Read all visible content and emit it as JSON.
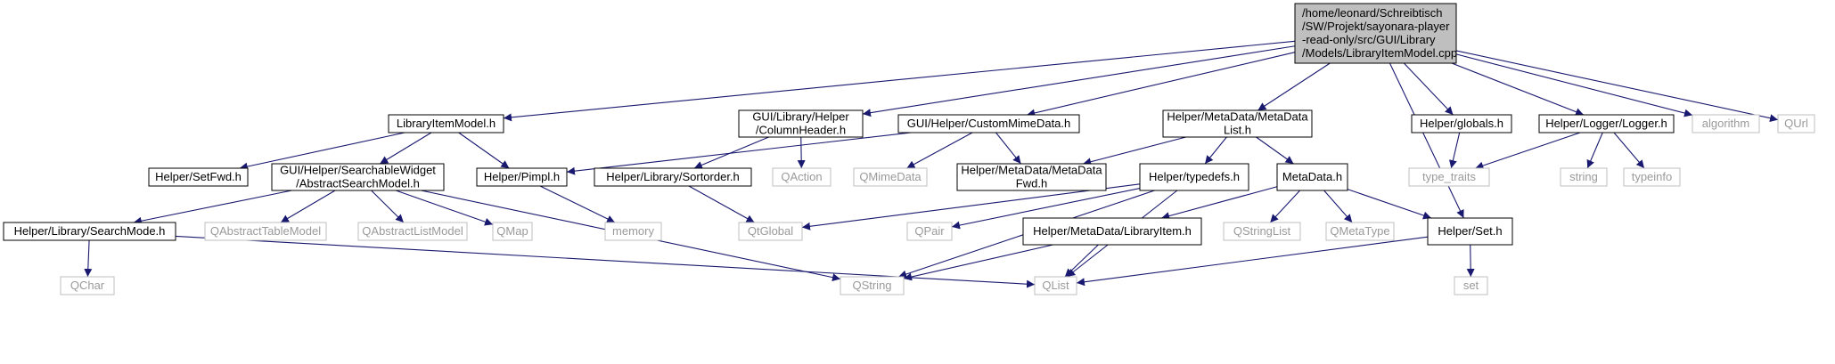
{
  "graph": {
    "edge_color": "#191970",
    "root_fill": "#bfbfbf",
    "nodes": [
      {
        "id": "root",
        "kind": "root",
        "lines": [
          "/home/leonard/Schreibtisch",
          "/SW/Projekt/sayonara-player",
          "-read-only/src/GUI/Library",
          "/Models/LibraryItemModel.cpp"
        ]
      },
      {
        "id": "libitemmodel_h",
        "kind": "project",
        "lines": [
          "LibraryItemModel.h"
        ]
      },
      {
        "id": "columnheader_h",
        "kind": "project",
        "lines": [
          "GUI/Library/Helper",
          "/ColumnHeader.h"
        ]
      },
      {
        "id": "custommime_h",
        "kind": "project",
        "lines": [
          "GUI/Helper/CustomMimeData.h"
        ]
      },
      {
        "id": "metadatalist_h",
        "kind": "project",
        "lines": [
          "Helper/MetaData/MetaData",
          "List.h"
        ]
      },
      {
        "id": "globals_h",
        "kind": "project",
        "lines": [
          "Helper/globals.h"
        ]
      },
      {
        "id": "logger_h",
        "kind": "project",
        "lines": [
          "Helper/Logger/Logger.h"
        ]
      },
      {
        "id": "algorithm",
        "kind": "external",
        "lines": [
          "algorithm"
        ]
      },
      {
        "id": "qurl",
        "kind": "external",
        "lines": [
          "QUrl"
        ]
      },
      {
        "id": "setfwd_h",
        "kind": "project",
        "lines": [
          "Helper/SetFwd.h"
        ]
      },
      {
        "id": "abstractsearch_h",
        "kind": "project",
        "lines": [
          "GUI/Helper/SearchableWidget",
          "/AbstractSearchModel.h"
        ]
      },
      {
        "id": "pimpl_h",
        "kind": "project",
        "lines": [
          "Helper/Pimpl.h"
        ]
      },
      {
        "id": "sortorder_h",
        "kind": "project",
        "lines": [
          "Helper/Library/Sortorder.h"
        ]
      },
      {
        "id": "qaction",
        "kind": "external",
        "lines": [
          "QAction"
        ]
      },
      {
        "id": "qmimedata",
        "kind": "external",
        "lines": [
          "QMimeData"
        ]
      },
      {
        "id": "metadatafwd_h",
        "kind": "project",
        "lines": [
          "Helper/MetaData/MetaData",
          "Fwd.h"
        ]
      },
      {
        "id": "typedefs_h",
        "kind": "project",
        "lines": [
          "Helper/typedefs.h"
        ]
      },
      {
        "id": "metadata_h",
        "kind": "project",
        "lines": [
          "MetaData.h"
        ]
      },
      {
        "id": "type_traits",
        "kind": "external",
        "lines": [
          "type_traits"
        ]
      },
      {
        "id": "string",
        "kind": "external",
        "lines": [
          "string"
        ]
      },
      {
        "id": "typeinfo",
        "kind": "external",
        "lines": [
          "typeinfo"
        ]
      },
      {
        "id": "searchmode_h",
        "kind": "project",
        "lines": [
          "Helper/Library/SearchMode.h"
        ]
      },
      {
        "id": "qabstracttable",
        "kind": "external",
        "lines": [
          "QAbstractTableModel"
        ]
      },
      {
        "id": "qabstractlist",
        "kind": "external",
        "lines": [
          "QAbstractListModel"
        ]
      },
      {
        "id": "qmap",
        "kind": "external",
        "lines": [
          "QMap"
        ]
      },
      {
        "id": "memory",
        "kind": "external",
        "lines": [
          "memory"
        ]
      },
      {
        "id": "qtglobal",
        "kind": "external",
        "lines": [
          "QtGlobal"
        ]
      },
      {
        "id": "qpair",
        "kind": "external",
        "lines": [
          "QPair"
        ]
      },
      {
        "id": "libraryitem_h",
        "kind": "project",
        "lines": [
          "Helper/MetaData/LibraryItem.h"
        ]
      },
      {
        "id": "qstringlist",
        "kind": "external",
        "lines": [
          "QStringList"
        ]
      },
      {
        "id": "qmetatype",
        "kind": "external",
        "lines": [
          "QMetaType"
        ]
      },
      {
        "id": "set_h",
        "kind": "project",
        "lines": [
          "Helper/Set.h"
        ]
      },
      {
        "id": "qchar",
        "kind": "external",
        "lines": [
          "QChar"
        ]
      },
      {
        "id": "qstring",
        "kind": "external",
        "lines": [
          "QString"
        ]
      },
      {
        "id": "qlist",
        "kind": "external",
        "lines": [
          "QList"
        ]
      },
      {
        "id": "set",
        "kind": "external",
        "lines": [
          "set"
        ]
      }
    ],
    "edges": [
      [
        "root",
        "libitemmodel_h"
      ],
      [
        "root",
        "columnheader_h"
      ],
      [
        "root",
        "custommime_h"
      ],
      [
        "root",
        "metadatalist_h"
      ],
      [
        "root",
        "set_h"
      ],
      [
        "root",
        "globals_h"
      ],
      [
        "root",
        "logger_h"
      ],
      [
        "root",
        "algorithm"
      ],
      [
        "root",
        "qurl"
      ],
      [
        "libitemmodel_h",
        "setfwd_h"
      ],
      [
        "libitemmodel_h",
        "abstractsearch_h"
      ],
      [
        "libitemmodel_h",
        "pimpl_h"
      ],
      [
        "columnheader_h",
        "sortorder_h"
      ],
      [
        "columnheader_h",
        "qaction"
      ],
      [
        "custommime_h",
        "pimpl_h"
      ],
      [
        "custommime_h",
        "qmimedata"
      ],
      [
        "custommime_h",
        "metadatafwd_h"
      ],
      [
        "metadatalist_h",
        "metadatafwd_h"
      ],
      [
        "metadatalist_h",
        "typedefs_h"
      ],
      [
        "metadatalist_h",
        "metadata_h"
      ],
      [
        "globals_h",
        "type_traits"
      ],
      [
        "logger_h",
        "type_traits"
      ],
      [
        "logger_h",
        "string"
      ],
      [
        "logger_h",
        "typeinfo"
      ],
      [
        "abstractsearch_h",
        "searchmode_h"
      ],
      [
        "abstractsearch_h",
        "qabstracttable"
      ],
      [
        "abstractsearch_h",
        "qabstractlist"
      ],
      [
        "abstractsearch_h",
        "qmap"
      ],
      [
        "abstractsearch_h",
        "qstring"
      ],
      [
        "pimpl_h",
        "memory"
      ],
      [
        "sortorder_h",
        "qtglobal"
      ],
      [
        "typedefs_h",
        "qtglobal"
      ],
      [
        "typedefs_h",
        "qpair"
      ],
      [
        "typedefs_h",
        "qstring"
      ],
      [
        "typedefs_h",
        "qlist"
      ],
      [
        "metadata_h",
        "libraryitem_h"
      ],
      [
        "metadata_h",
        "qstringlist"
      ],
      [
        "metadata_h",
        "qmetatype"
      ],
      [
        "metadata_h",
        "set_h"
      ],
      [
        "searchmode_h",
        "qchar"
      ],
      [
        "searchmode_h",
        "qlist"
      ],
      [
        "libraryitem_h",
        "qstring"
      ],
      [
        "libraryitem_h",
        "qlist"
      ],
      [
        "set_h",
        "qlist"
      ],
      [
        "set_h",
        "set"
      ]
    ]
  }
}
